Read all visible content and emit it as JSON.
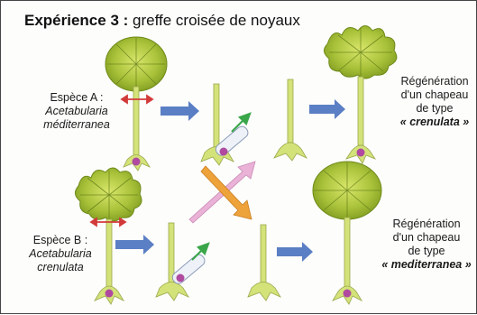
{
  "title": {
    "bold": "Expérience 3 :",
    "rest": "greffe croisée de noyaux"
  },
  "species_a": {
    "label": "Espèce A :",
    "genus": "Acetabularia",
    "species": "méditerranea"
  },
  "species_b": {
    "label": "Espèce B :",
    "genus": "Acetabularia",
    "species": "crenulata"
  },
  "result_top": {
    "line1": "Régénération",
    "line2": "d'un chapeau",
    "line3": "de type",
    "type": "« crenulata »"
  },
  "result_bottom": {
    "line1": "Régénération",
    "line2": "d'un chapeau",
    "line3": "de type",
    "type": "« mediterranea »"
  },
  "colors": {
    "cap_fill": "#a9c23a",
    "stem": "#d4e27a",
    "nucleus": "#b04aa0",
    "arrow_blue": "#5b7fc4",
    "arrow_orange": "#eea23a",
    "arrow_pink": "#e9b2d6",
    "arrow_green": "#3aa64a",
    "arrow_red": "#d23a3a"
  }
}
